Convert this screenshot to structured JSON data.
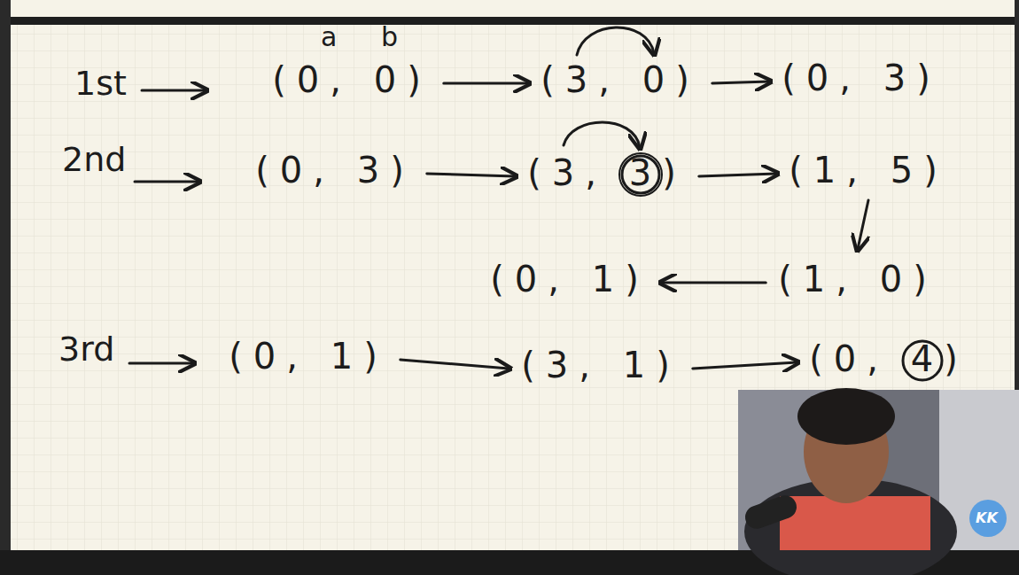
{
  "diagram": {
    "nodes": [
      {
        "text": [
          "(0, 0)"
        ]
      },
      {
        "text": [
          "(3, 0)"
        ]
      },
      {
        "text": [
          "(0, 3)"
        ]
      },
      {
        "text": [
          "(0, 3)"
        ]
      },
      {
        "text": [
          "(3, 3)"
        ]
      },
      {
        "text": [
          "(1, 5)"
        ]
      },
      {
        "text": [
          "(1, 0)"
        ]
      },
      {
        "text": [
          "(0, 1)"
        ]
      },
      {
        "text": [
          "(0, 1)"
        ]
      },
      {
        "text": [
          "(3, 1)"
        ]
      },
      {
        "text": [
          "(0, 4)"
        ]
      }
    ],
    "edges": [
      {
        "from": 0,
        "to": 1,
        "arrow": "to"
      },
      {
        "from": 1,
        "to": 2,
        "arrow": "to"
      },
      {
        "from": 3,
        "to": 4,
        "arrow": "to"
      },
      {
        "from": 4,
        "to": 5,
        "arrow": "to"
      },
      {
        "from": 5,
        "to": 6,
        "arrow": "to"
      },
      {
        "from": 6,
        "to": 7,
        "arrow": "to"
      },
      {
        "from": 8,
        "to": 9,
        "arrow": "to"
      },
      {
        "from": 9,
        "to": 10,
        "arrow": "to"
      }
    ],
    "labels": [
      "a",
      "b",
      "1st",
      "2nd",
      "3rd",
      "KK"
    ]
  }
}
